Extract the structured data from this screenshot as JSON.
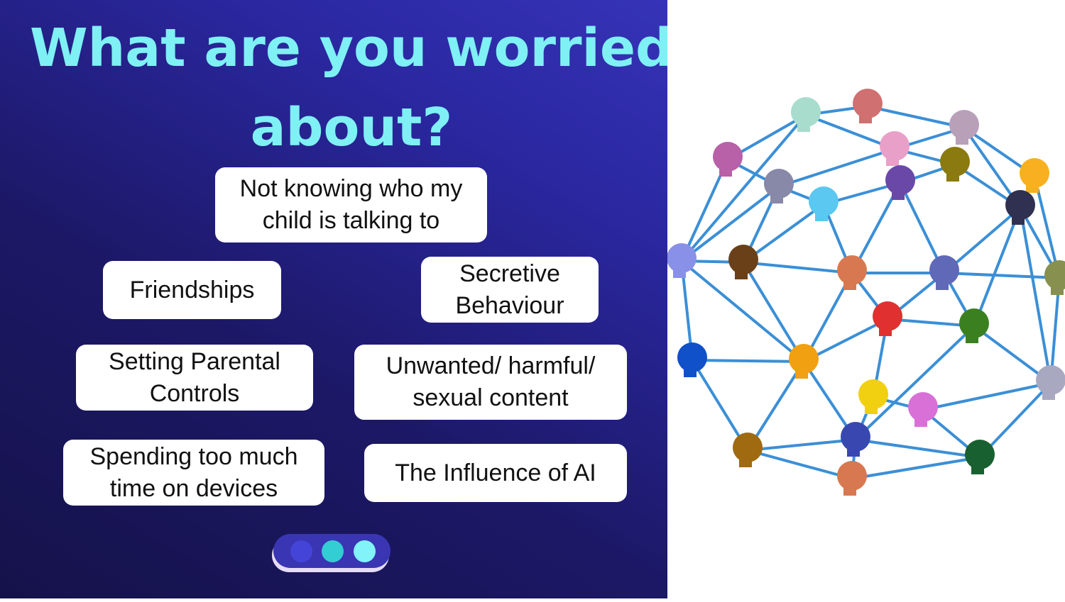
{
  "slide": {
    "title": "What are you worried about?",
    "concerns": [
      "Not knowing who my child is talking to",
      "Friendships",
      "Secretive Behaviour",
      "Setting Parental Controls",
      "Unwanted/ harmful/ sexual content",
      "Spending too much time on devices",
      "The Influence of AI"
    ],
    "colors": {
      "title": "#7ff0f4",
      "dot1": "#4444d8",
      "dot2": "#33cdd4",
      "dot3": "#82f3f8",
      "network_line": "#3b8fd6"
    }
  }
}
